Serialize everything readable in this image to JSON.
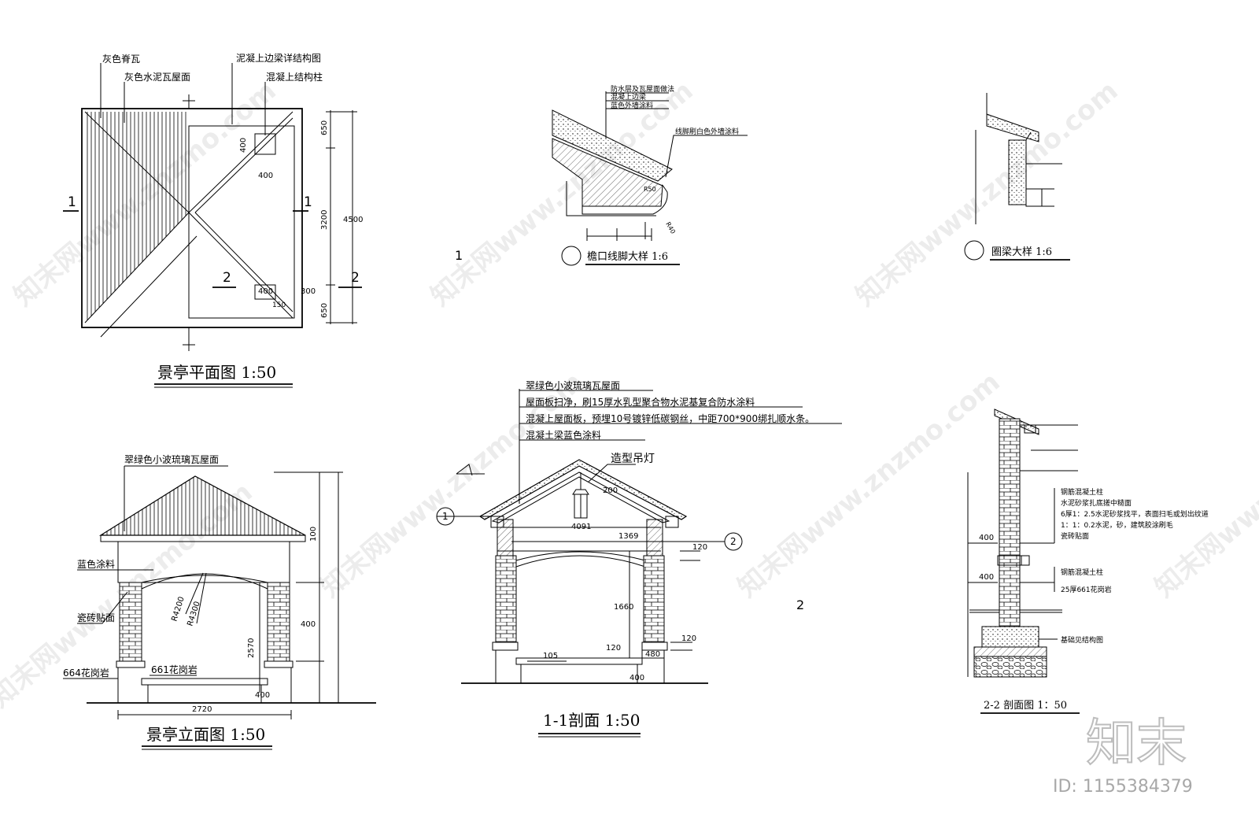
{
  "plan": {
    "title": "景亭平面图 1:50",
    "labels": [
      "灰色脊瓦",
      "灰色水泥瓦屋面",
      "泥凝上边梁详结构图",
      "混凝上结构柱"
    ],
    "dims": [
      "650",
      "3200",
      "650",
      "4500",
      "400",
      "400",
      "400",
      "300",
      "150"
    ],
    "section_marks": [
      "1",
      "1",
      "2",
      "2"
    ]
  },
  "eave_detail": {
    "title": "檐口线脚大样 1:6",
    "index": "1",
    "labels": [
      "防水层及瓦屋面做法",
      "混凝上边梁",
      "蓝色外墙涂料",
      "线脚刷白色外墙涂料"
    ],
    "dims": [
      "R50",
      "R40"
    ]
  },
  "ring_beam_detail": {
    "title": "圈梁大样 1:6"
  },
  "elevation": {
    "title": "景亭立面图 1:50",
    "labels": [
      "翠绿色小波琉璃瓦屋面",
      "蓝色涂料",
      "瓷砖贴面",
      "664花岗岩",
      "661花岗岩"
    ],
    "dims": [
      "R4200",
      "R4300",
      "2570",
      "400",
      "400",
      "2720",
      "100"
    ]
  },
  "section11": {
    "title": "1-1剖面 1:50",
    "notes": [
      "翠绿色小波琉璃瓦屋面",
      "屋面板扫净，刷15厚水乳型聚合物水泥基复合防水涂料",
      "混凝上屋面板，预埋10号镀锌低碳钢丝，中距700*900绑扎顺水条。",
      "混凝土梁蓝色涂料"
    ],
    "lamp": "造型吊灯",
    "dims": [
      "200",
      "4091",
      "1369",
      "120",
      "1660",
      "120",
      "105",
      "120",
      "480",
      "400"
    ],
    "axes": [
      "1",
      "2"
    ],
    "mark": "2"
  },
  "section22": {
    "title": "2-2 剖面图  1：50",
    "notes": [
      "钢筋混凝土柱",
      "水泥砂浆扎底搓中糙面",
      "6厚1：2.5水泥砂浆找平，表面扫毛或划出纹道",
      "1：1：0.2水泥，砂，建筑胶涂刷毛",
      "瓷砖贴面",
      "钢筋混凝土柱",
      "25厚661花岗岩",
      "基础见结构图"
    ],
    "dims": [
      "400",
      "400"
    ]
  },
  "brand": {
    "logo": "知末",
    "id": "ID: 1155384379",
    "watermark": "知末网www.znzmo.com"
  }
}
